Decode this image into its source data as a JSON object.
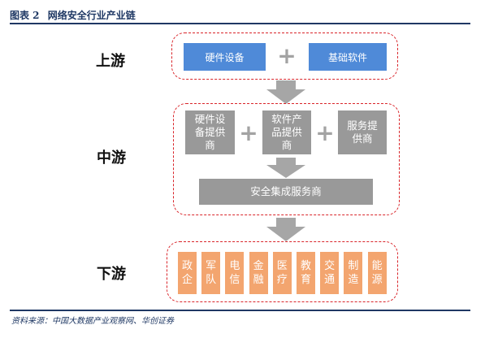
{
  "header": {
    "figure_label": "图表 2",
    "title": "网络安全行业产业链"
  },
  "stages": {
    "upstream": "上游",
    "midstream": "中游",
    "downstream": "下游"
  },
  "upstream": {
    "items": [
      "硬件设备",
      "基础软件"
    ]
  },
  "midstream": {
    "items": [
      "硬件设\n备提供\n商",
      "软件产\n品提供\n商",
      "服务提\n供商"
    ],
    "integration": "安全集成服务商"
  },
  "downstream": {
    "items": [
      "政\n企",
      "军\n队",
      "电\n信",
      "金\n融",
      "医\n疗",
      "教\n育",
      "交\n通",
      "制\n造",
      "能\n源"
    ]
  },
  "plus_symbol": "+",
  "source": "资料来源：中国大数据产业观察网、华创证券",
  "colors": {
    "header": "#1f3864",
    "dashed_border": "#d9252a",
    "upstream_box": "#4f8ad8",
    "midstream_box": "#999999",
    "downstream_box": "#f3a56f",
    "arrow": "#a6a6a6"
  }
}
